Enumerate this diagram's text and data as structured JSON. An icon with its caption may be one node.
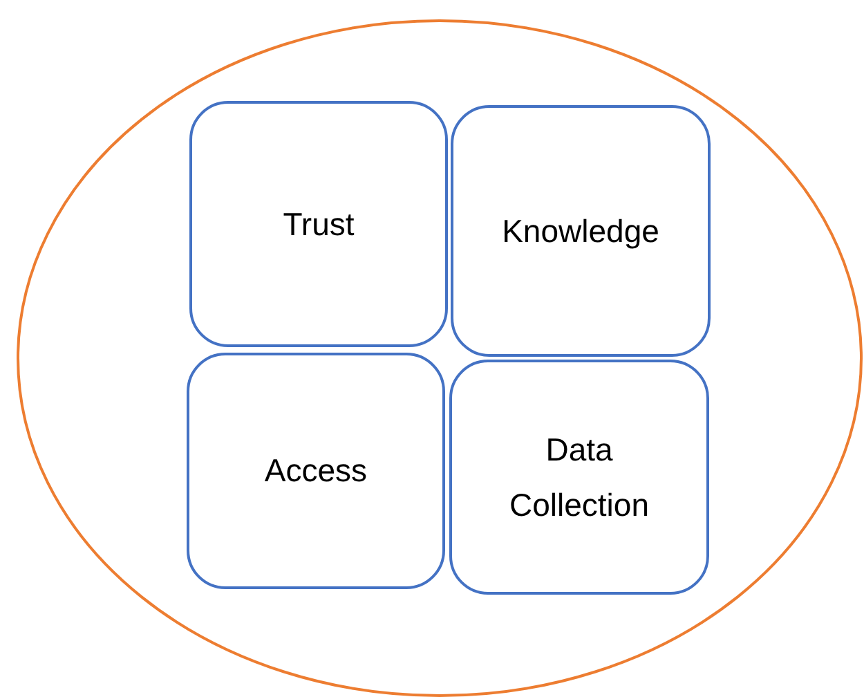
{
  "diagram": {
    "nodes": [
      {
        "text": [],
        "shape": "ellipse"
      },
      {
        "text": [
          "Trust"
        ],
        "in": 0
      },
      {
        "text": [
          "Knowledge"
        ],
        "in": 0
      },
      {
        "text": [
          "Access"
        ],
        "in": 0
      },
      {
        "text": [
          "Data Collection"
        ],
        "in": 0
      }
    ]
  }
}
